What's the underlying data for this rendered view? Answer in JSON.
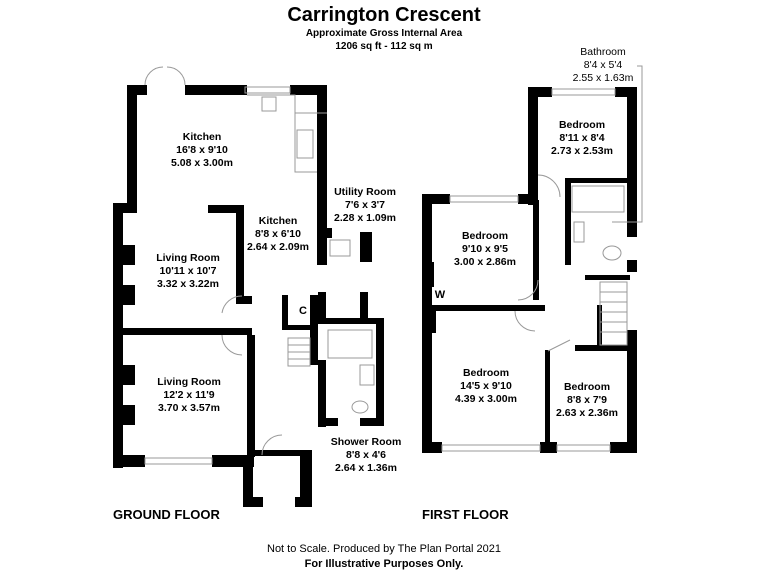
{
  "header": {
    "title": "Carrington Crescent",
    "subtitle": "Approximate Gross Internal Area",
    "area": "1206 sq ft - 112 sq m"
  },
  "ground_floor": {
    "label": "GROUND FLOOR",
    "rooms": [
      {
        "name": "Kitchen",
        "imperial": "16'8 x 9'10",
        "metric": "5.08 x 3.00m"
      },
      {
        "name": "Kitchen",
        "imperial": "8'8 x 6'10",
        "metric": "2.64 x 2.09m"
      },
      {
        "name": "Utility Room",
        "imperial": "7'6 x 3'7",
        "metric": "2.28 x 1.09m"
      },
      {
        "name": "Living Room",
        "imperial": "10'11 x 10'7",
        "metric": "3.32 x 3.22m"
      },
      {
        "name": "Living Room",
        "imperial": "12'2 x 11'9",
        "metric": "3.70 x 3.57m"
      },
      {
        "name": "Shower Room",
        "imperial": "8'8 x 4'6",
        "metric": "2.64 x 1.36m"
      }
    ],
    "cupboard_label": "C"
  },
  "first_floor": {
    "label": "FIRST FLOOR",
    "rooms": [
      {
        "name": "Bathroom",
        "imperial": "8'4 x 5'4",
        "metric": "2.55 x 1.63m"
      },
      {
        "name": "Bedroom",
        "imperial": "8'11 x 8'4",
        "metric": "2.73 x 2.53m"
      },
      {
        "name": "Bedroom",
        "imperial": "9'10 x 9'5",
        "metric": "3.00 x 2.86m"
      },
      {
        "name": "Bedroom",
        "imperial": "14'5 x 9'10",
        "metric": "4.39 x 3.00m"
      },
      {
        "name": "Bedroom",
        "imperial": "8'8 x 7'9",
        "metric": "2.63 x 2.36m"
      }
    ],
    "wardrobe_label": "W"
  },
  "footer": {
    "note": "Not to Scale. Produced by The Plan Portal 2021",
    "disclaimer": "For Illustrative Purposes Only."
  }
}
